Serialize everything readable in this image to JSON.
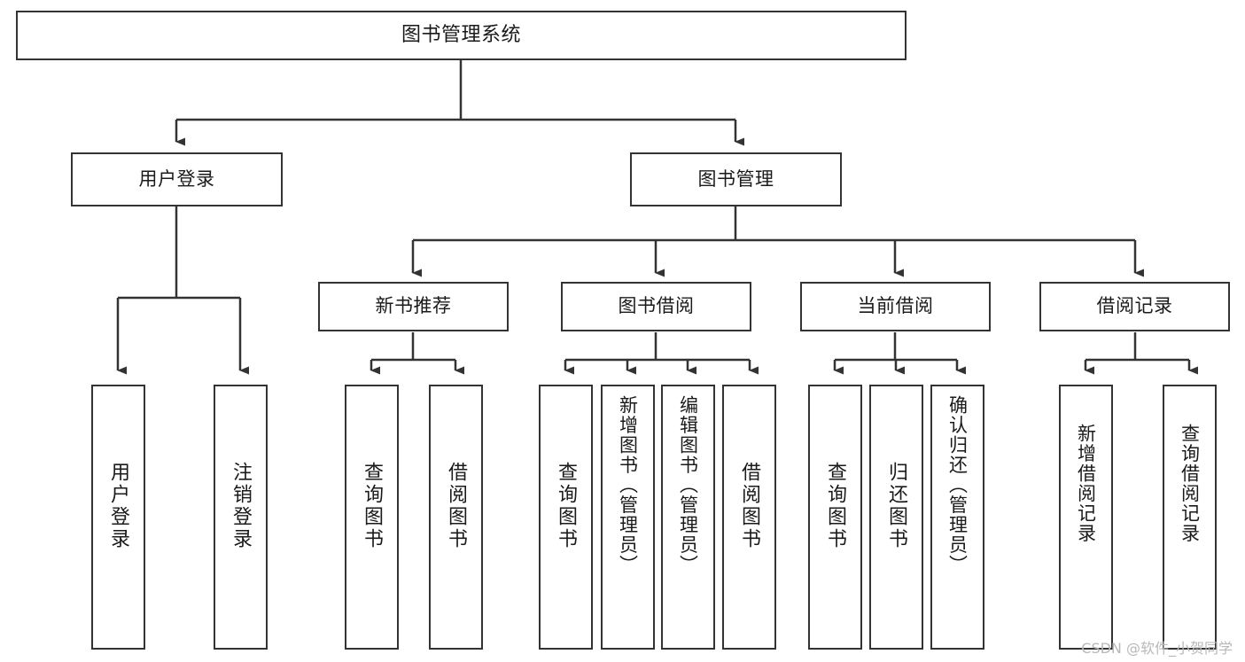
{
  "diagram": {
    "type": "tree-hierarchy",
    "title": "图书管理系统",
    "orientation": "top-down",
    "colors": {
      "box_border": "#333333",
      "box_fill": "#ffffff",
      "edge": "#333333",
      "text": "#1a1a1a",
      "watermark": "#b8b8b8",
      "background": "#ffffff"
    }
  },
  "nodes": {
    "root": {
      "id": "root",
      "label": "图书管理系统",
      "level": 0
    },
    "level1": [
      {
        "id": "user-login",
        "label": "用户登录",
        "level": 1
      },
      {
        "id": "book-management",
        "label": "图书管理",
        "level": 1
      }
    ],
    "level2": [
      {
        "id": "new-book-recommend",
        "label": "新书推荐",
        "level": 2,
        "parent": "book-management"
      },
      {
        "id": "book-borrow",
        "label": "图书借阅",
        "level": 2,
        "parent": "book-management"
      },
      {
        "id": "current-borrow",
        "label": "当前借阅",
        "level": 2,
        "parent": "book-management"
      },
      {
        "id": "borrow-record",
        "label": "借阅记录",
        "level": 2,
        "parent": "book-management"
      }
    ],
    "leaves": [
      {
        "id": "leaf-user-login",
        "label": "用户登录",
        "parent": "user-login"
      },
      {
        "id": "leaf-logout",
        "label": "注销登录",
        "parent": "user-login"
      },
      {
        "id": "leaf-query-book-1",
        "label": "查询图书",
        "parent": "new-book-recommend"
      },
      {
        "id": "leaf-borrow-book-1",
        "label": "借阅图书",
        "parent": "new-book-recommend"
      },
      {
        "id": "leaf-query-book-2",
        "label": "查询图书",
        "parent": "book-borrow"
      },
      {
        "id": "leaf-add-book",
        "label": "新增图书（管理员）",
        "parent": "book-borrow"
      },
      {
        "id": "leaf-edit-book",
        "label": "编辑图书（管理员）",
        "parent": "book-borrow"
      },
      {
        "id": "leaf-borrow-book-2",
        "label": "借阅图书",
        "parent": "book-borrow"
      },
      {
        "id": "leaf-query-book-3",
        "label": "查询图书",
        "parent": "current-borrow"
      },
      {
        "id": "leaf-return-book",
        "label": "归还图书",
        "parent": "current-borrow"
      },
      {
        "id": "leaf-confirm-return",
        "label": "确认归还（管理员）",
        "parent": "current-borrow"
      },
      {
        "id": "leaf-add-record",
        "label": "新增借阅记录",
        "parent": "borrow-record"
      },
      {
        "id": "leaf-query-record",
        "label": "查询借阅记录",
        "parent": "borrow-record"
      }
    ]
  },
  "watermark": {
    "text": "CSDN @软件_小贺同学"
  }
}
